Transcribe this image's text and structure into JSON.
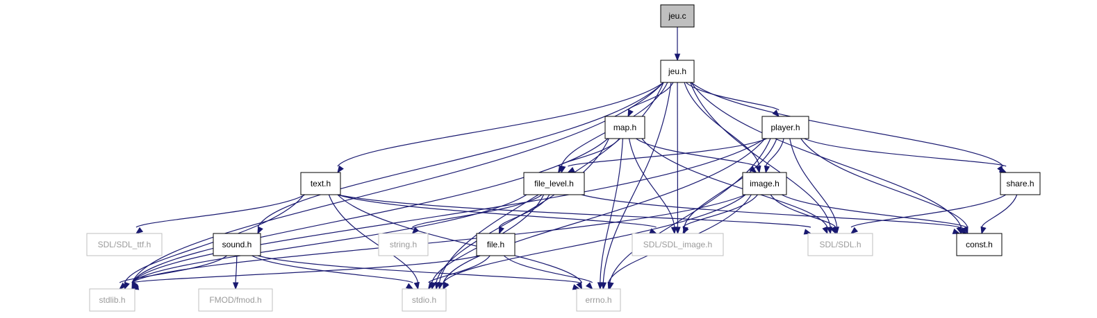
{
  "diagram": {
    "root_file": "jeu.c",
    "colors": {
      "edge": "#191970",
      "root_fill": "#bfbfbf",
      "project_border": "#000000",
      "system_border": "#bfbfbf",
      "system_text": "#9a9a9a"
    },
    "nodes": [
      {
        "id": "jeu_c",
        "label": "jeu.c",
        "kind": "root"
      },
      {
        "id": "jeu_h",
        "label": "jeu.h",
        "kind": "project"
      },
      {
        "id": "map_h",
        "label": "map.h",
        "kind": "project"
      },
      {
        "id": "player_h",
        "label": "player.h",
        "kind": "project"
      },
      {
        "id": "text_h",
        "label": "text.h",
        "kind": "project"
      },
      {
        "id": "file_level_h",
        "label": "file_level.h",
        "kind": "project"
      },
      {
        "id": "image_h",
        "label": "image.h",
        "kind": "project"
      },
      {
        "id": "share_h",
        "label": "share.h",
        "kind": "project"
      },
      {
        "id": "sound_h",
        "label": "sound.h",
        "kind": "project"
      },
      {
        "id": "file_h",
        "label": "file.h",
        "kind": "project"
      },
      {
        "id": "const_h",
        "label": "const.h",
        "kind": "project"
      },
      {
        "id": "sdl_ttf",
        "label": "SDL/SDL_ttf.h",
        "kind": "system"
      },
      {
        "id": "string_h",
        "label": "string.h",
        "kind": "system"
      },
      {
        "id": "sdl_image",
        "label": "SDL/SDL_image.h",
        "kind": "system"
      },
      {
        "id": "sdl_sdl",
        "label": "SDL/SDL.h",
        "kind": "system"
      },
      {
        "id": "stdlib_h",
        "label": "stdlib.h",
        "kind": "system"
      },
      {
        "id": "fmod_h",
        "label": "FMOD/fmod.h",
        "kind": "system"
      },
      {
        "id": "stdio_h",
        "label": "stdio.h",
        "kind": "system"
      },
      {
        "id": "errno_h",
        "label": "errno.h",
        "kind": "system"
      }
    ],
    "edges": [
      {
        "from": "jeu_c",
        "to": "jeu_h"
      },
      {
        "from": "jeu_h",
        "to": "stdlib_h"
      },
      {
        "from": "jeu_h",
        "to": "sound_h"
      },
      {
        "from": "jeu_h",
        "to": "stdio_h"
      },
      {
        "from": "jeu_h",
        "to": "text_h"
      },
      {
        "from": "jeu_h",
        "to": "file_level_h"
      },
      {
        "from": "jeu_h",
        "to": "map_h"
      },
      {
        "from": "jeu_h",
        "to": "sdl_image"
      },
      {
        "from": "jeu_h",
        "to": "image_h"
      },
      {
        "from": "jeu_h",
        "to": "player_h"
      },
      {
        "from": "jeu_h",
        "to": "sdl_sdl"
      },
      {
        "from": "jeu_h",
        "to": "share_h"
      },
      {
        "from": "jeu_h",
        "to": "const_h"
      },
      {
        "from": "jeu_h",
        "to": "errno_h"
      },
      {
        "from": "map_h",
        "to": "stdlib_h"
      },
      {
        "from": "map_h",
        "to": "stdio_h"
      },
      {
        "from": "map_h",
        "to": "file_level_h"
      },
      {
        "from": "map_h",
        "to": "sdl_image"
      },
      {
        "from": "map_h",
        "to": "errno_h"
      },
      {
        "from": "map_h",
        "to": "image_h"
      },
      {
        "from": "map_h",
        "to": "sdl_sdl"
      },
      {
        "from": "player_h",
        "to": "stdlib_h"
      },
      {
        "from": "player_h",
        "to": "file_level_h"
      },
      {
        "from": "player_h",
        "to": "sdl_image"
      },
      {
        "from": "player_h",
        "to": "image_h"
      },
      {
        "from": "player_h",
        "to": "sdl_sdl"
      },
      {
        "from": "player_h",
        "to": "stdio_h"
      },
      {
        "from": "player_h",
        "to": "errno_h"
      },
      {
        "from": "player_h",
        "to": "const_h"
      },
      {
        "from": "player_h",
        "to": "share_h"
      },
      {
        "from": "text_h",
        "to": "stdlib_h"
      },
      {
        "from": "text_h",
        "to": "sdl_ttf"
      },
      {
        "from": "text_h",
        "to": "stdio_h"
      },
      {
        "from": "text_h",
        "to": "sdl_image"
      },
      {
        "from": "text_h",
        "to": "errno_h"
      },
      {
        "from": "text_h",
        "to": "sdl_sdl"
      },
      {
        "from": "file_level_h",
        "to": "stdlib_h"
      },
      {
        "from": "file_level_h",
        "to": "string_h"
      },
      {
        "from": "file_level_h",
        "to": "file_h"
      },
      {
        "from": "file_level_h",
        "to": "stdio_h"
      },
      {
        "from": "file_level_h",
        "to": "const_h"
      },
      {
        "from": "image_h",
        "to": "stdlib_h"
      },
      {
        "from": "image_h",
        "to": "sdl_image"
      },
      {
        "from": "image_h",
        "to": "stdio_h"
      },
      {
        "from": "image_h",
        "to": "errno_h"
      },
      {
        "from": "image_h",
        "to": "sdl_sdl"
      },
      {
        "from": "image_h",
        "to": "const_h"
      },
      {
        "from": "share_h",
        "to": "sdl_sdl"
      },
      {
        "from": "share_h",
        "to": "const_h"
      },
      {
        "from": "sound_h",
        "to": "stdlib_h"
      },
      {
        "from": "sound_h",
        "to": "fmod_h"
      },
      {
        "from": "sound_h",
        "to": "stdio_h"
      },
      {
        "from": "sound_h",
        "to": "errno_h"
      },
      {
        "from": "file_h",
        "to": "stdlib_h"
      },
      {
        "from": "file_h",
        "to": "stdio_h"
      },
      {
        "from": "file_h",
        "to": "errno_h"
      }
    ]
  }
}
